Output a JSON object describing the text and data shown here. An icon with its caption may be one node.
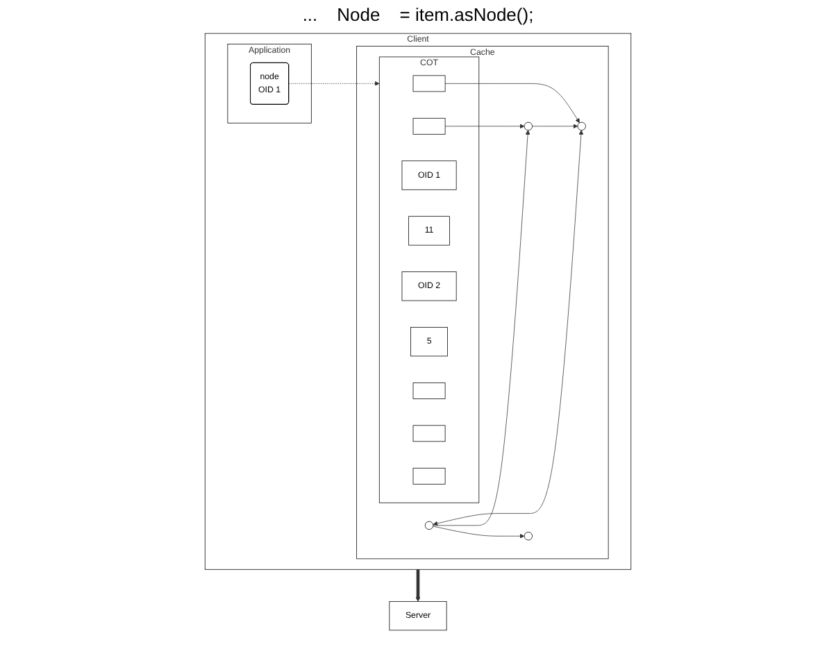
{
  "diagram": {
    "nodes": [
      {
        "text": [
          "Client"
        ]
      },
      {
        "text": [
          "Application"
        ],
        "in": 0
      },
      {
        "text": [
          "node",
          "OID 1"
        ],
        "in": 1
      },
      {
        "text": [
          "Cache"
        ],
        "in": 0
      },
      {
        "text": [
          "COT"
        ],
        "in": 3
      },
      {
        "text": [],
        "shape": "box",
        "in": 4
      },
      {
        "text": [
          "OID 1"
        ],
        "in": 4
      },
      {
        "text": [
          "11"
        ],
        "in": 4
      },
      {
        "text": [],
        "shape": "box",
        "in": 4
      },
      {
        "text": [
          "OID 2"
        ],
        "in": 4
      },
      {
        "text": [
          "5"
        ],
        "in": 4
      },
      {
        "text": [],
        "shape": "box",
        "in": 4
      },
      {
        "text": [],
        "shape": "box",
        "in": 4
      },
      {
        "text": [],
        "shape": "box",
        "in": 4
      },
      {
        "text": [],
        "shape": "circle",
        "in": 3
      },
      {
        "text": [],
        "shape": "circle",
        "in": 3
      },
      {
        "text": [],
        "shape": "circle",
        "in": 3
      },
      {
        "text": [],
        "shape": "circle",
        "in": 3
      },
      {
        "text": [
          "Server"
        ]
      }
    ],
    "edges": [
      {
        "from": 2,
        "to": 4,
        "arrow": "to",
        "style": "dashed"
      },
      {
        "from": 5,
        "to": 14,
        "arrow": "to"
      },
      {
        "from": 8,
        "to": 16,
        "arrow": "to"
      },
      {
        "from": 15,
        "to": 14,
        "arrow": "both"
      },
      {
        "from": 16,
        "to": 14,
        "arrow": "to"
      },
      {
        "from": 15,
        "to": 16,
        "arrow": "to"
      },
      {
        "from": 15,
        "to": 17,
        "arrow": "to"
      },
      {
        "from": 0,
        "to": 18,
        "arrow": "to",
        "style": "thick"
      }
    ],
    "labels": [
      "...",
      "Node",
      "= item.asNode();"
    ]
  }
}
